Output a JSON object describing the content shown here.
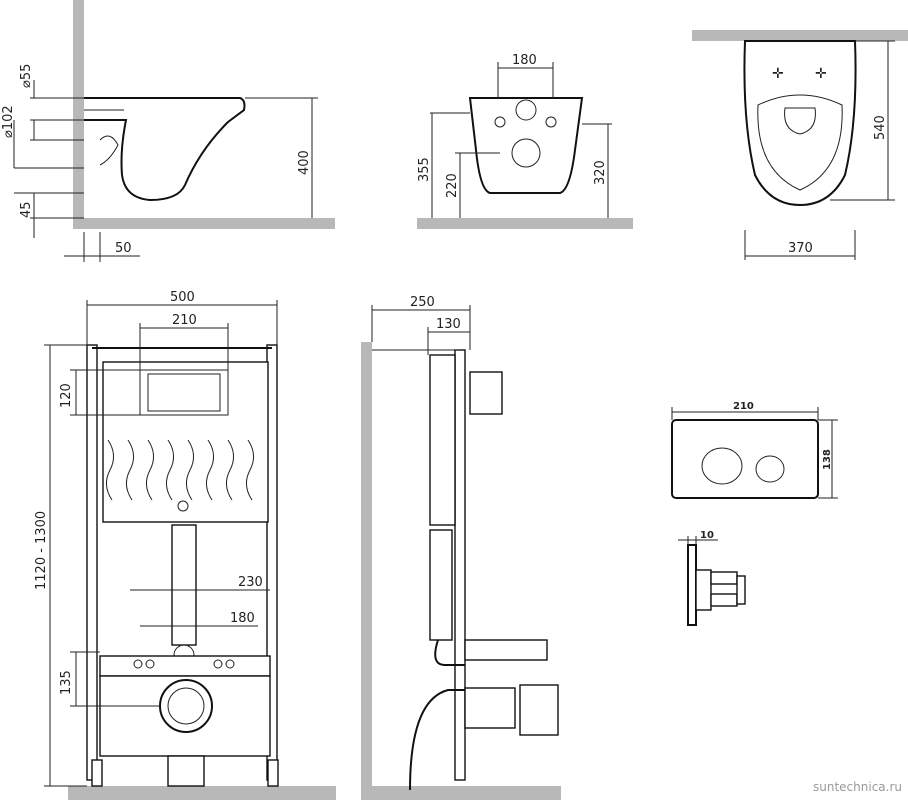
{
  "dimensions": {
    "side_d55": "⌀55",
    "side_d102": "⌀102",
    "side_45": "45",
    "side_50": "50",
    "side_400": "400",
    "front_180": "180",
    "front_355": "355",
    "front_220": "220",
    "front_320": "320",
    "top_540": "540",
    "top_370": "370",
    "frame_500": "500",
    "frame_210": "210",
    "frame_120": "120",
    "frame_height": "1120 - 1300",
    "frame_230": "230",
    "frame_180": "180",
    "frame_135": "135",
    "profile_250": "250",
    "profile_130": "130",
    "button_210": "210",
    "button_138": "138",
    "button_10": "10"
  },
  "watermark": "suntechnica.ru"
}
